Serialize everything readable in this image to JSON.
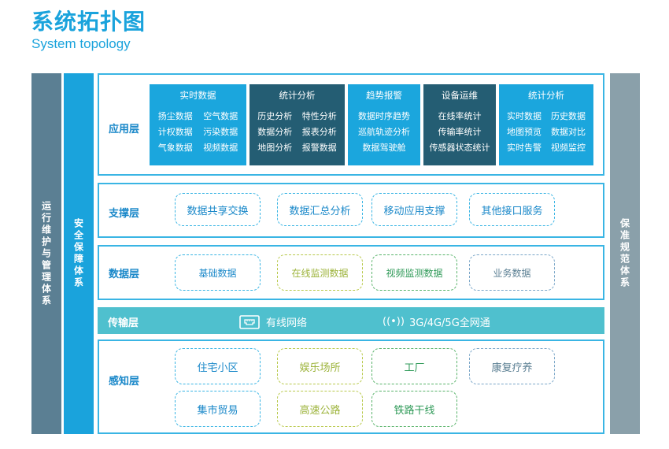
{
  "header": {
    "title_cn": "系统拓扑图",
    "title_en": "System topology"
  },
  "side_bars": {
    "ops": "运行维护与管理体系",
    "security": "安全保障体系",
    "standards": "保准规范体系"
  },
  "layers": {
    "application": {
      "label": "应用层",
      "columns": [
        {
          "header": "实时数据",
          "items": [
            "扬尘数据",
            "空气数据",
            "计权数据",
            "污染数据",
            "气象数据",
            "视频数据"
          ]
        },
        {
          "header": "统计分析",
          "items": [
            "历史分析",
            "特性分析",
            "数据分析",
            "报表分析",
            "地图分析",
            "报警数据"
          ]
        },
        {
          "header": "趋势报警",
          "items": [
            "数据时序趋势",
            "巡航轨迹分析",
            "数据驾驶舱"
          ]
        },
        {
          "header": "设备运维",
          "items": [
            "在线率统计",
            "传输率统计",
            "传感器状态统计"
          ]
        },
        {
          "header": "统计分析",
          "items": [
            "实时数据",
            "历史数据",
            "地图预览",
            "数据对比",
            "实时告警",
            "视频监控"
          ]
        }
      ]
    },
    "support": {
      "label": "支撑层",
      "items": [
        "数据共享交换",
        "数据汇总分析",
        "移动应用支撑",
        "其他接口服务"
      ]
    },
    "data": {
      "label": "数据层",
      "items": [
        "基础数据",
        "在线监测数据",
        "视频监测数据",
        "业务数据"
      ]
    },
    "transport": {
      "label": "传输层",
      "wired": "有线网络",
      "wireless": "3G/4G/5G全网通"
    },
    "perception": {
      "label": "感知层",
      "items": [
        "住宅小区",
        "娱乐场所",
        "工厂",
        "康复疗养",
        "集市贸易",
        "高速公路",
        "铁路干线"
      ]
    }
  },
  "colors": {
    "accent": "#1aa3dc",
    "dark_column": "#245d73",
    "transport": "#4fc0ce",
    "ops_bar": "#5b7f93",
    "standards_bar": "#8aa0aa"
  }
}
